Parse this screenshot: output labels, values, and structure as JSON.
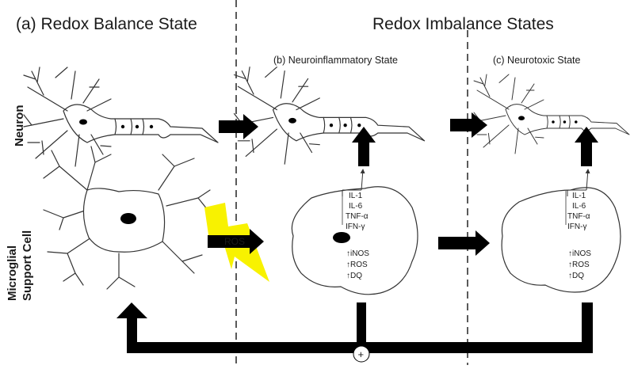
{
  "headers": {
    "balance": "(a) Redox Balance State",
    "imbalance": "Redox Imbalance States",
    "neuroinflammatory": "(b) Neuroinflammatory State",
    "neurotoxic": "(c) Neurotoxic State"
  },
  "row_labels": {
    "neuron": "Neuron",
    "microglia_line1": "Microglial",
    "microglia_line2": "Support Cell"
  },
  "ros_label": "ROS",
  "cytokines": [
    "IL-1",
    "IL-6",
    "TNF-α",
    "IFN-γ"
  ],
  "markers": [
    "↑iNOS",
    "↑ROS",
    "↑DQ"
  ],
  "feedback_symbol": "+",
  "colors": {
    "lightning": "#f8f200",
    "arrows": "#000000"
  }
}
